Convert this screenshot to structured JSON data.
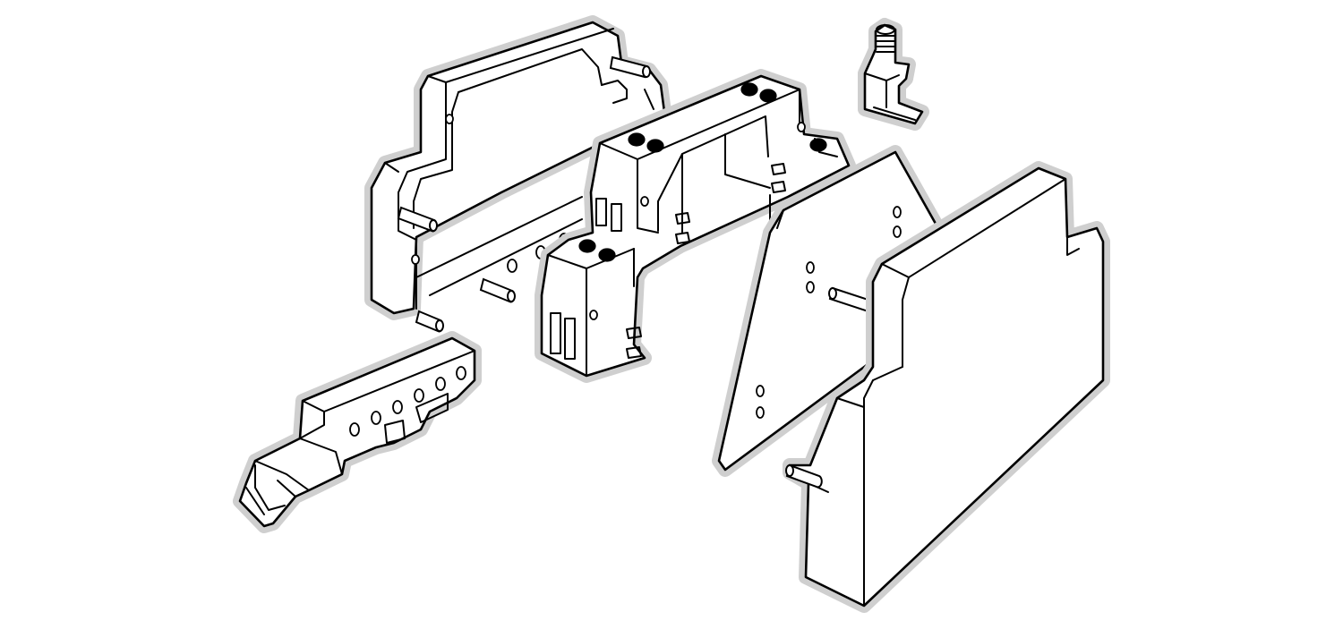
{
  "figure": {
    "kind": "exploded-assembly-line-drawing",
    "style": "black-outline-on-white",
    "colors": {
      "line": "#000000",
      "background": "#ffffff",
      "halo": "#cfcfcf"
    },
    "components": [
      {
        "id": "housing-frame",
        "icon": "housing-frame-icon"
      },
      {
        "id": "din-rail-foot",
        "icon": "din-rail-foot-icon"
      },
      {
        "id": "terminal-block",
        "icon": "terminal-block-icon"
      },
      {
        "id": "terminal-screw",
        "icon": "terminal-screw-icon"
      },
      {
        "id": "circuit-board",
        "icon": "circuit-board-icon"
      },
      {
        "id": "side-cover",
        "icon": "side-cover-icon"
      }
    ]
  }
}
